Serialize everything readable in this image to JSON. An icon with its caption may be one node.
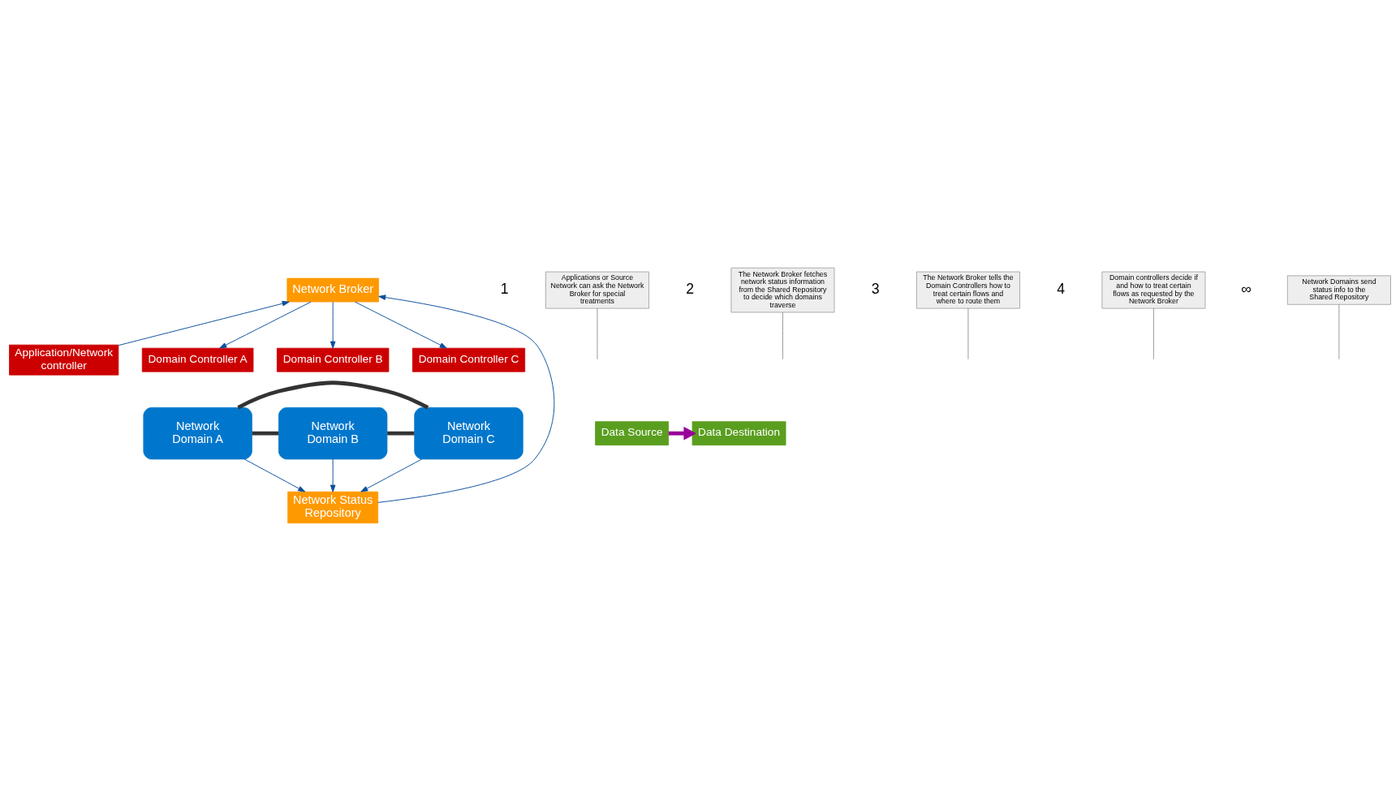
{
  "diagram": {
    "nodes": [
      {
        "text": [
          "Network Broker"
        ]
      },
      {
        "text": [
          "Applications or Source Network can ask the Network Broker for special treatments"
        ],
        "beside": [
          "1"
        ]
      },
      {
        "text": [
          "The Network Broker fetches network status information from the Shared Repository to decide which domains traverse"
        ],
        "beside": [
          "2"
        ]
      },
      {
        "text": [
          "The Network Broker tells the Domain Controllers how to treat certain flows and where to route them"
        ],
        "beside": [
          "3"
        ]
      },
      {
        "text": [
          "Application/Network controller"
        ]
      },
      {
        "text": [
          "Domain Controller B"
        ]
      },
      {
        "text": [
          "Domain controllers decide if and how to treat certain flows as requested by the Network Broker"
        ],
        "beside": [
          "4"
        ]
      },
      {
        "text": [
          "Domain Controller A"
        ]
      },
      {
        "text": [
          "Network Domain B"
        ]
      },
      {
        "text": [
          "Domain Controller C"
        ]
      },
      {
        "text": [
          "Data Source"
        ]
      },
      {
        "text": [
          "Data Destination"
        ]
      },
      {
        "text": [
          "Network Domain A"
        ]
      },
      {
        "text": [
          "Network Domain C"
        ]
      },
      {
        "text": [
          "Network Domains send status info to the Shared Repository"
        ],
        "beside": [
          "∞"
        ]
      },
      {
        "text": [
          "Network Status Repository"
        ]
      }
    ],
    "edges": [
      {
        "from": 4,
        "to": 0,
        "arrow": "to"
      },
      {
        "from": 15,
        "to": 0,
        "arrow": "to"
      },
      {
        "from": 0,
        "to": 7,
        "arrow": "to"
      },
      {
        "from": 0,
        "to": 5,
        "arrow": "to"
      },
      {
        "from": 0,
        "to": 9,
        "arrow": "to"
      },
      {
        "from": 12,
        "to": 15,
        "arrow": "to"
      },
      {
        "from": 8,
        "to": 15,
        "arrow": "to"
      },
      {
        "from": 13,
        "to": 15,
        "arrow": "to"
      },
      {
        "from": 12,
        "to": 8,
        "arrow": "none",
        "style": "thick",
        "color": "#333333"
      },
      {
        "from": 8,
        "to": 13,
        "arrow": "none",
        "style": "thick",
        "color": "#333333"
      },
      {
        "from": 12,
        "to": 13,
        "arrow": "none",
        "style": "thick",
        "color": "#333333"
      },
      {
        "from": 10,
        "to": 11,
        "arrow": "to",
        "style": "thick",
        "color": "#990099"
      },
      {
        "from": 1,
        "to": null,
        "arrow": "none",
        "color": "#808080"
      },
      {
        "from": 2,
        "to": null,
        "arrow": "none",
        "color": "#808080"
      },
      {
        "from": 3,
        "to": null,
        "arrow": "none",
        "color": "#808080"
      },
      {
        "from": 6,
        "to": null,
        "arrow": "none",
        "color": "#808080"
      },
      {
        "from": 14,
        "to": null,
        "arrow": "none",
        "color": "#808080"
      }
    ]
  }
}
